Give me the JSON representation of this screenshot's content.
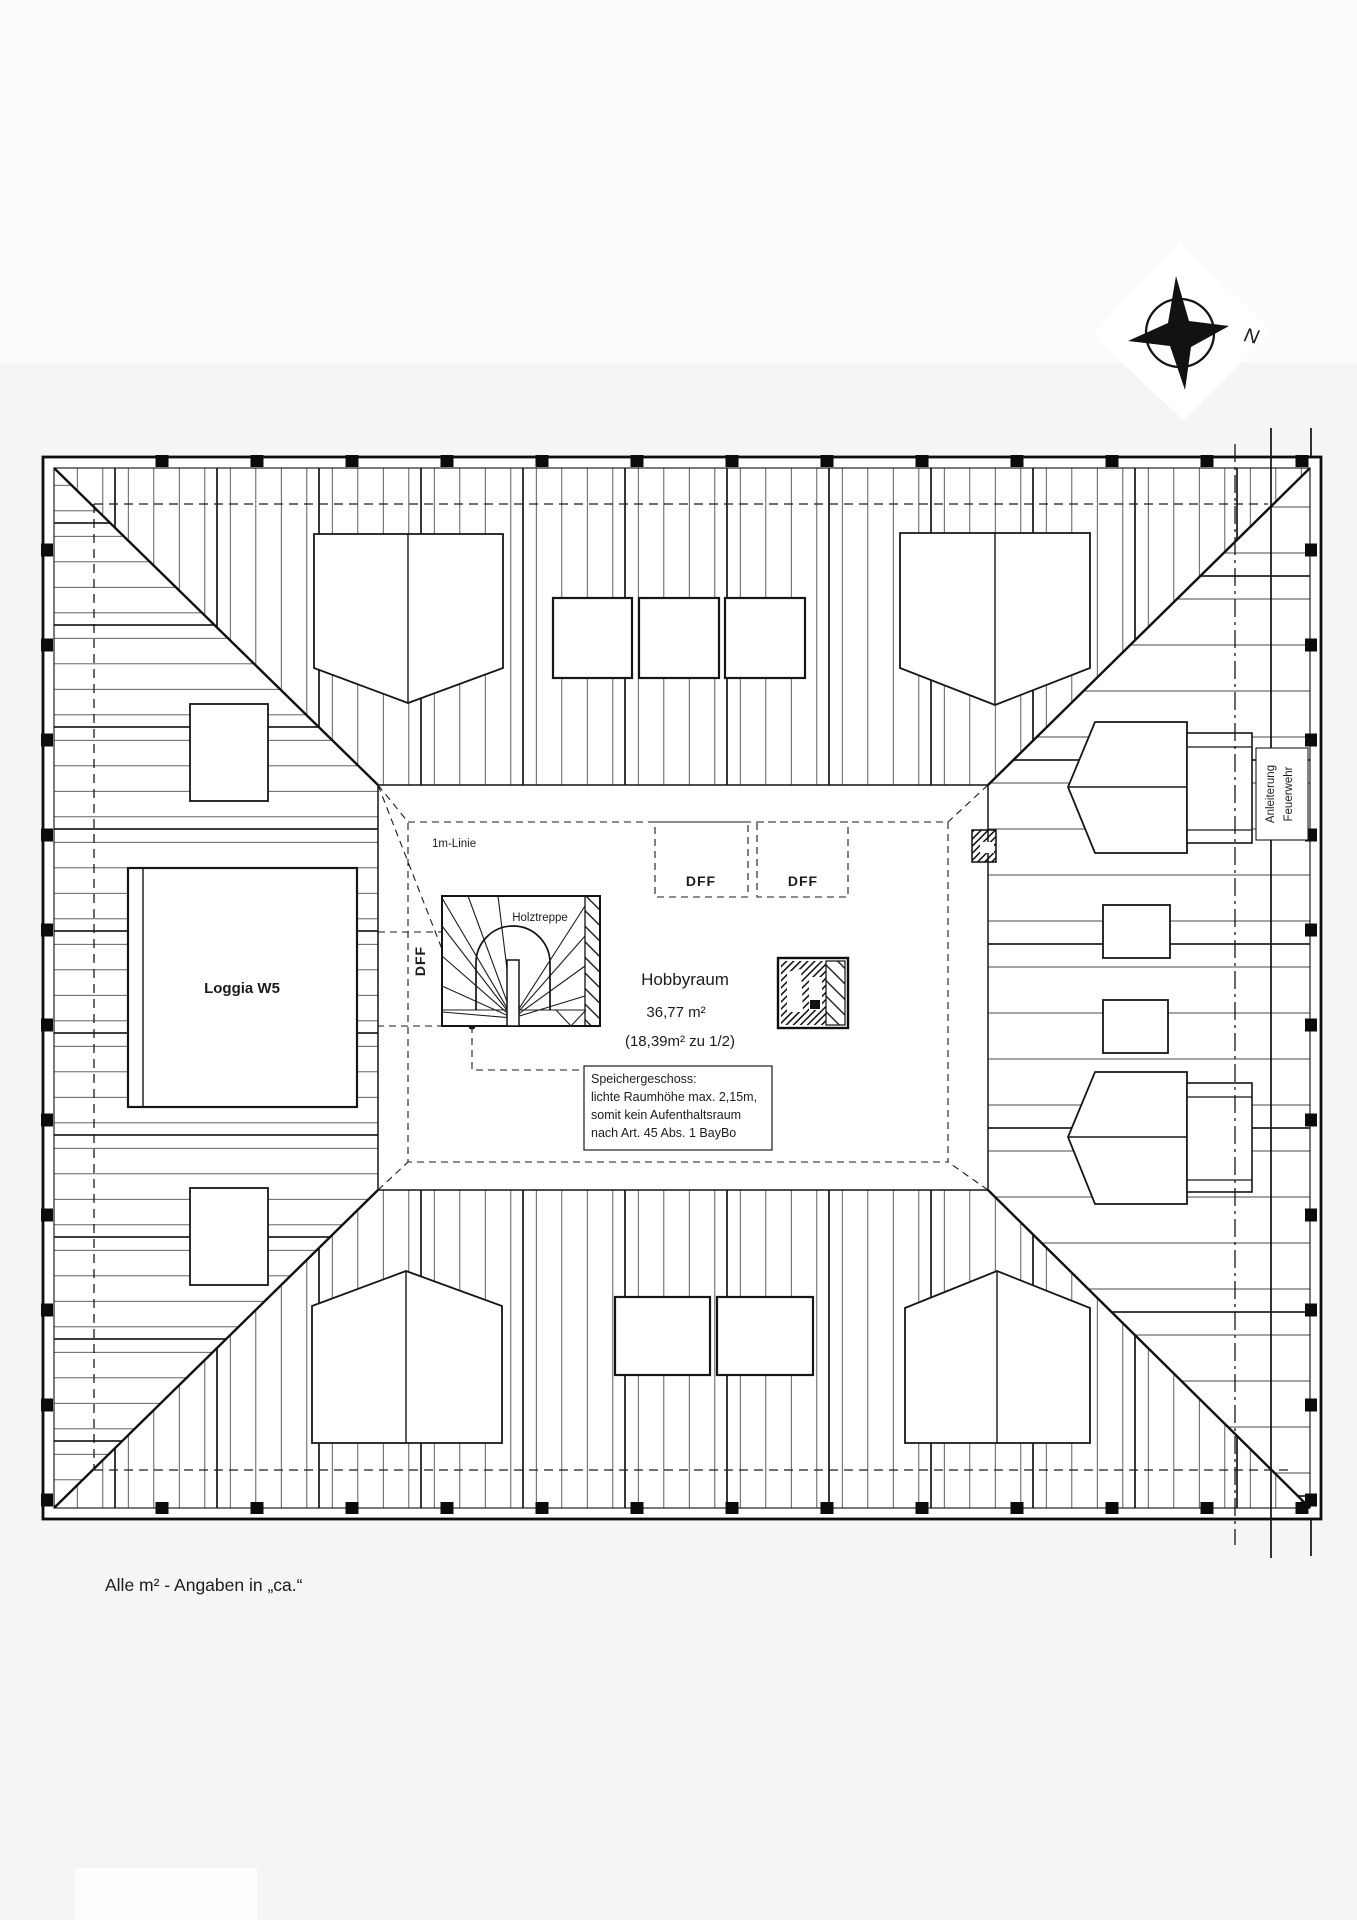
{
  "page": {
    "caption": "Alle m² - Angaben in „ca.“"
  },
  "compass": {
    "north_label": "N"
  },
  "plan": {
    "room": {
      "name": "Hobbyraum",
      "area": "36,77 m²",
      "area_note": "(18,39m² zu 1/2)"
    },
    "labels": {
      "one_meter_line": "1m-Linie",
      "stairs": "Holztreppe",
      "loggia": "Loggia W5",
      "dff_left": "DFF",
      "dff_top_1": "DFF",
      "dff_top_2": "DFF"
    },
    "note_box": {
      "line1": "Speichergeschoss:",
      "line2": "lichte Raumhöhe max. 2,15m,",
      "line3": "somit kein Aufenthaltsraum",
      "line4": "nach Art. 45 Abs. 1 BayBo"
    },
    "fire_access": {
      "line1": "Anleiterung",
      "line2": "Feuerwehr"
    }
  }
}
